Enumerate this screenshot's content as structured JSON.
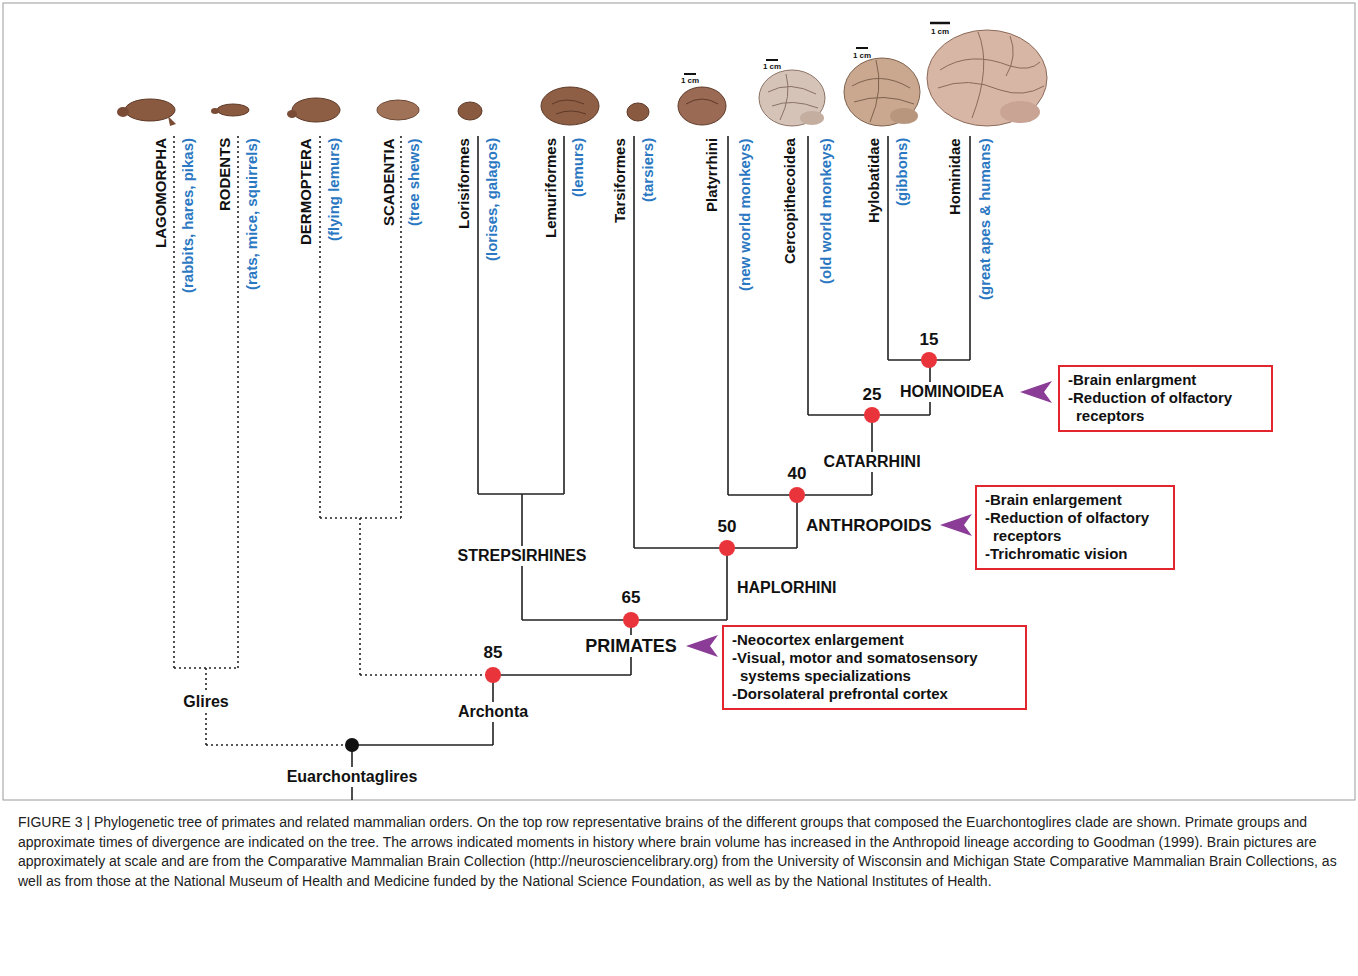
{
  "diagram": {
    "caption": "FIGURE 3 | Phylogenetic tree of primates and related mammalian orders. On the top row representative brains of the different groups that composed the Euarchontoglires clade are shown. Primate groups and approximate times of divergence are indicated on the tree. The arrows indicated moments in history where brain volume has increased in the Anthropoid lineage according to Goodman (1999). Brain pictures are approximately at scale and are from the Comparative Mammalian Brain Collection (http://neurosciencelibrary.org) from the University of Wisconsin and Michigan State Comparative Mammalian Brain Collections, as well as from those at the National Museum of Health and Medicine funded by the National Science Foundation, as well as by the National Institutes of Health.",
    "nodes": [
      {
        "text": [
          "-Brain enlargment",
          "-Reduction of olfactory receptors"
        ]
      },
      {
        "text": [
          "-Brain enlargement",
          "-Reduction of olfactory receptors",
          "-Trichromatic vision"
        ]
      },
      {
        "text": [
          "-Neocortex enlargement",
          "-Visual, motor and somatosensory systems specializations",
          "-Dorsolateral prefrontal cortex"
        ]
      }
    ],
    "labels": [
      "LAGOMORPHA",
      "(rabbits, hares, pikas)",
      "RODENTS",
      "(rats, mice, squirrels)",
      "DERMOPTERA",
      "(flying lemurs)",
      "SCADENTIA",
      "(tree shews)",
      "Lorisiformes",
      "(lorises, galagos)",
      "Lemuriformes",
      "(lemurs)",
      "Tarsiformes",
      "(tarsiers)",
      "Platyrrhini",
      "(new world monkeys)",
      "Cercopithecoidea",
      "(old world monkeys)",
      "Hylobatidae",
      "(gibbons)",
      "Hominidae",
      "(great apes & humans)",
      "1 cm",
      "1 cm",
      "1 cm",
      "1 cm",
      "15",
      "HOMINOIDEA",
      "25",
      "CATARRHINI",
      "40",
      "ANTHROPOIDS",
      "50",
      "HAPLORHINI",
      "STREPSIRHINES",
      "65",
      "PRIMATES",
      "85",
      "Archonta",
      "Glires",
      "Euarchontaglires"
    ]
  }
}
